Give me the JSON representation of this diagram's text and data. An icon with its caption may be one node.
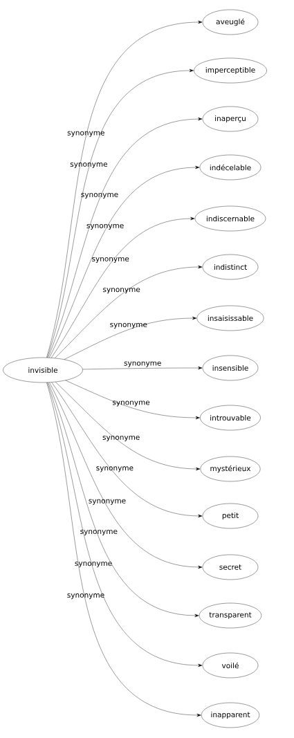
{
  "diagram": {
    "nodes": [
      {
        "text": [
          "invisible"
        ]
      },
      {
        "text": [
          "aveuglé"
        ]
      },
      {
        "text": [
          "imperceptible"
        ]
      },
      {
        "text": [
          "inaperçu"
        ]
      },
      {
        "text": [
          "indécelable"
        ]
      },
      {
        "text": [
          "indiscernable"
        ]
      },
      {
        "text": [
          "indistinct"
        ]
      },
      {
        "text": [
          "insaisissable"
        ]
      },
      {
        "text": [
          "insensible"
        ]
      },
      {
        "text": [
          "introuvable"
        ]
      },
      {
        "text": [
          "mystérieux"
        ]
      },
      {
        "text": [
          "petit"
        ]
      },
      {
        "text": [
          "secret"
        ]
      },
      {
        "text": [
          "transparent"
        ]
      },
      {
        "text": [
          "voilé"
        ]
      },
      {
        "text": [
          "inapparent"
        ]
      }
    ],
    "edges": [
      {
        "from": 0,
        "to": 1,
        "arrow": "to",
        "label": "synonyme"
      },
      {
        "from": 0,
        "to": 2,
        "arrow": "to",
        "label": "synonyme"
      },
      {
        "from": 0,
        "to": 3,
        "arrow": "to",
        "label": "synonyme"
      },
      {
        "from": 0,
        "to": 4,
        "arrow": "to",
        "label": "synonyme"
      },
      {
        "from": 0,
        "to": 5,
        "arrow": "to",
        "label": "synonyme"
      },
      {
        "from": 0,
        "to": 6,
        "arrow": "to",
        "label": "synonyme"
      },
      {
        "from": 0,
        "to": 7,
        "arrow": "to",
        "label": "synonyme"
      },
      {
        "from": 0,
        "to": 8,
        "arrow": "to",
        "label": "synonyme"
      },
      {
        "from": 0,
        "to": 9,
        "arrow": "to",
        "label": "synonyme"
      },
      {
        "from": 0,
        "to": 10,
        "arrow": "to",
        "label": "synonyme"
      },
      {
        "from": 0,
        "to": 11,
        "arrow": "to",
        "label": "synonyme"
      },
      {
        "from": 0,
        "to": 12,
        "arrow": "to",
        "label": "synonyme"
      },
      {
        "from": 0,
        "to": 13,
        "arrow": "to",
        "label": "synonyme"
      },
      {
        "from": 0,
        "to": 14,
        "arrow": "to",
        "label": "synonyme"
      },
      {
        "from": 0,
        "to": 15,
        "arrow": "to",
        "label": "synonyme"
      }
    ]
  }
}
